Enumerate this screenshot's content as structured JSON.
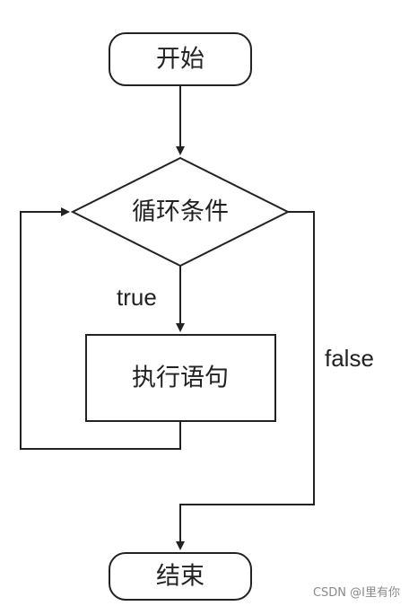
{
  "flowchart": {
    "start_label": "开始",
    "condition_label": "循环条件",
    "statement_label": "执行语句",
    "end_label": "结束",
    "true_label": "true",
    "false_label": "false"
  },
  "watermark": {
    "text": "CSDN @I里有你"
  },
  "colors": {
    "stroke": "#222222",
    "background": "#ffffff",
    "watermark": "#8a8a8a"
  }
}
